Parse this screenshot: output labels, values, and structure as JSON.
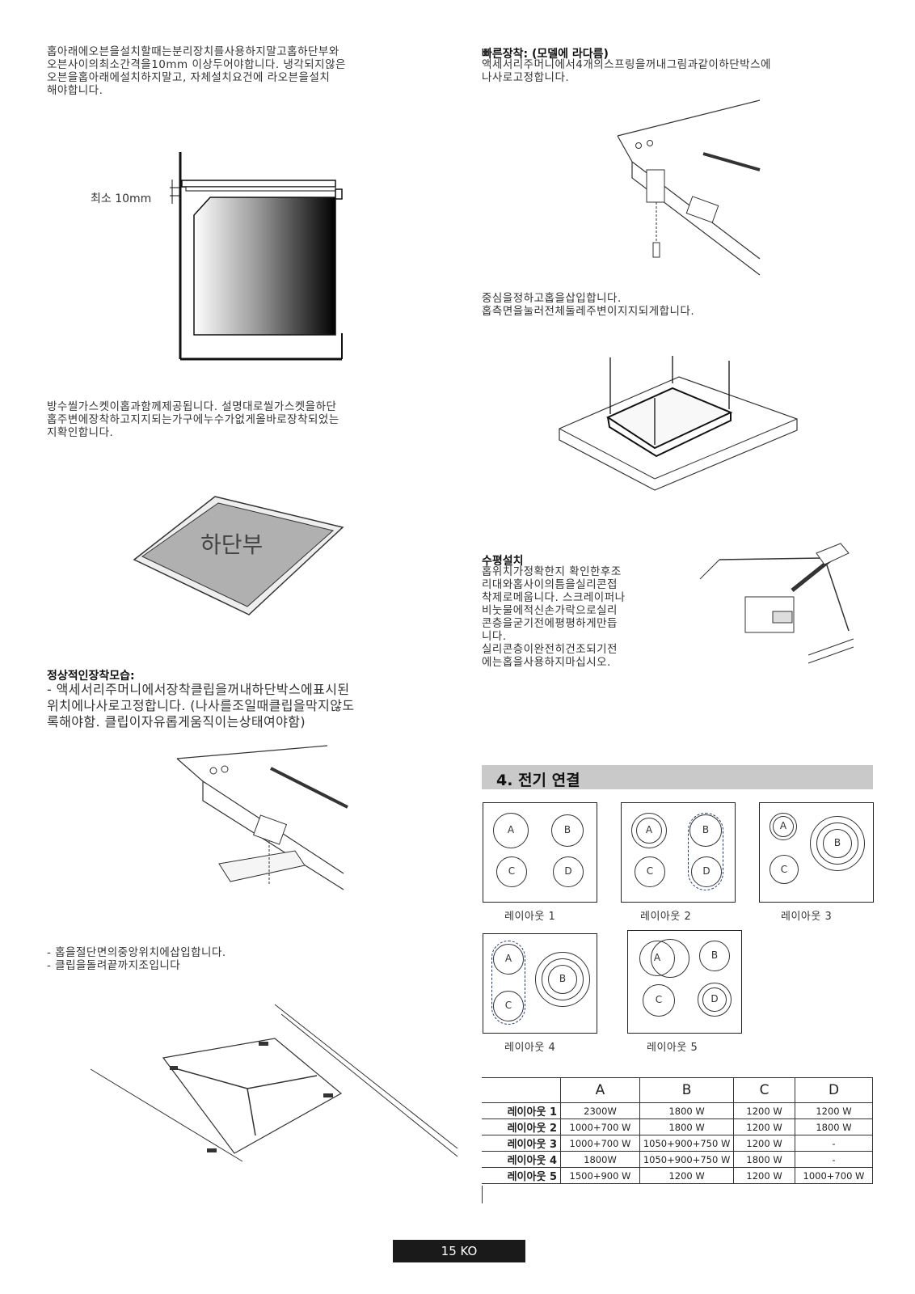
{
  "left": {
    "intro_text": "홉아래에오븐을설치할때는분리장치를사용하지말고홉하단부와\n오븐사이의최소간격을10mm 이상두어야합니다. 냉각되지않은\n오븐을홉아래에설치하지말고, 자체설치요건에    라오븐을설치\n해야합니다.",
    "min_label": "최소 10mm",
    "gasket_text": "방수씰가스켓이홉과함께제공됩니다. 설명대로씰가스켓을하단\n홉주변에장착하고지지되는가구에누수가없게올바로장착되었는\n지확인합니다.",
    "bottom_label": "하단부",
    "normal_heading": "정상적인장착모습:",
    "normal_text": "- 액세서리주머니에서장착클립을꺼내하단박스에표시된\n위치에나사로고정합니다. (나사를조일때클립을막지않도\n록해야함. 클립이자유롭게움직이는상태여야함)",
    "insert_text": "- 홉을절단면의중앙위치에삽입합니다.\n- 클립을돌려끝까지조입니다"
  },
  "right": {
    "quick_heading": "빠른장착: (모델에    라다름)",
    "quick_text": "액세서리주머니에서4개의스프링을꺼내그림과같이하단박스에\n나사로고정합니다.",
    "center_text": "중심을정하고홉을삽입합니다.\n홉측면을눌러전체둘레주변이지지되게합니다.",
    "level_heading": "수평설치",
    "level_text": "홉위치가정확한지 확인한후조\n리대와홉사이의틈을실리콘접\n착제로메웁니다. 스크레이퍼나\n비눗물에적신손가락으로실리\n콘층을굳기전에평평하게만듭\n니다.\n실리콘층이완전히건조되기전\n에는홉을사용하지마십시오.",
    "section_title": "4. 전기 연결"
  },
  "layouts": {
    "captions": [
      "레이아웃 1",
      "레이아웃 2",
      "레이아웃 3",
      "레이아웃 4",
      "레이아웃 5"
    ],
    "letters": {
      "a": "A",
      "b": "B",
      "c": "C",
      "d": "D"
    }
  },
  "power_table": {
    "headers": [
      "A",
      "B",
      "C",
      "D"
    ],
    "rows": [
      {
        "label": "레이아웃 1",
        "a": "2300W",
        "b": "1800 W",
        "c": "1200 W",
        "d": "1200 W"
      },
      {
        "label": "레이아웃 2",
        "a": "1000+700 W",
        "b": "1800 W",
        "c": "1200 W",
        "d": "1800 W"
      },
      {
        "label": "레이아웃 3",
        "a": "1000+700 W",
        "b": "1050+900+750 W",
        "c": "1200 W",
        "d": "-"
      },
      {
        "label": "레이아웃 4",
        "a": "1800W",
        "b": "1050+900+750 W",
        "c": "1800 W",
        "d": "-"
      },
      {
        "label": "레이아웃 5",
        "a": "1500+900 W",
        "b": "1200 W",
        "c": "1200 W",
        "d": "1000+700 W"
      }
    ]
  },
  "footer": {
    "page": "15 KO"
  }
}
